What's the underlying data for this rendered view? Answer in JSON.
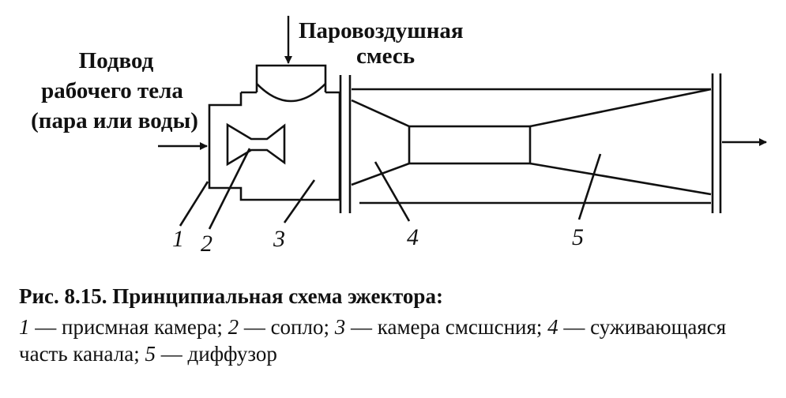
{
  "labels": {
    "steam_air_mix_line1": "Паровоздушная",
    "steam_air_mix_line2": "смесь",
    "working_fluid_line1": "Подвод",
    "working_fluid_line2": "рабочего тела",
    "working_fluid_line3": "(пара или воды)"
  },
  "part_numbers": [
    "1",
    "2",
    "3",
    "4",
    "5"
  ],
  "caption": {
    "title": "Рис. 8.15. Принципиальная схема эжектора:",
    "legend": [
      {
        "num": "1",
        "text": " — присмная камера; "
      },
      {
        "num": "2",
        "text": " — сопло; "
      },
      {
        "num": "3",
        "text": " — камера смсшсния; "
      },
      {
        "num": "4",
        "text": " — суживающаяся часть канала; "
      },
      {
        "num": "5",
        "text": " — диффузор"
      }
    ]
  },
  "colors": {
    "ink": "#111111",
    "background": "#ffffff"
  }
}
